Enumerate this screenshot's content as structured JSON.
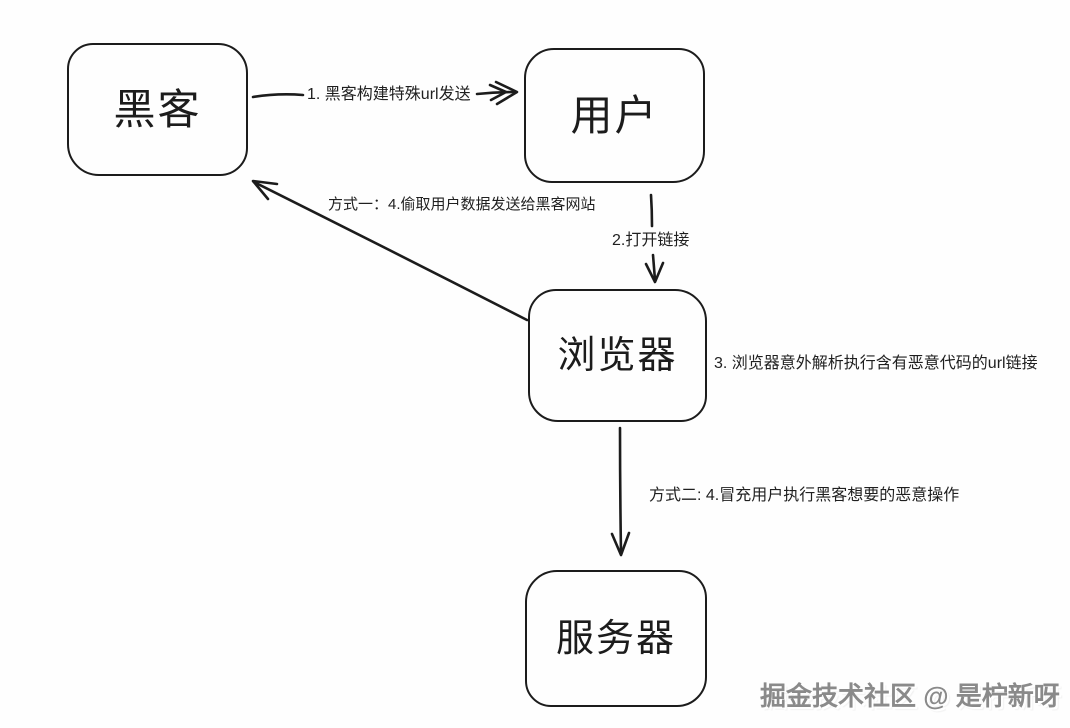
{
  "diagram": {
    "background_color": "#fefefe",
    "stroke_color": "#1c1c1c",
    "watermark_color": "#8a8a8a",
    "nodes": [
      {
        "id": "hacker",
        "label": "黑客"
      },
      {
        "id": "user",
        "label": "用户"
      },
      {
        "id": "browser",
        "label": "浏览器"
      },
      {
        "id": "server",
        "label": "服务器"
      }
    ],
    "edges": [
      {
        "id": "step-1",
        "from": "hacker",
        "to": "user",
        "label": "1. 黑客构建特殊url发送"
      },
      {
        "id": "step-2",
        "from": "user",
        "to": "browser",
        "label": "2.打开链接"
      },
      {
        "id": "step-4a",
        "from": "browser",
        "to": "hacker",
        "label": "方式一：4.偷取用户数据发送给黑客网站"
      },
      {
        "id": "step-4b",
        "from": "browser",
        "to": "server",
        "label": "方式二: 4.冒充用户执行黑客想要的恶意操作"
      }
    ],
    "annotations": [
      {
        "id": "step-3",
        "text": "3. 浏览器意外解析执行含有恶意代码的url链接"
      }
    ],
    "watermark": "掘金技术社区 @ 是柠新呀"
  }
}
